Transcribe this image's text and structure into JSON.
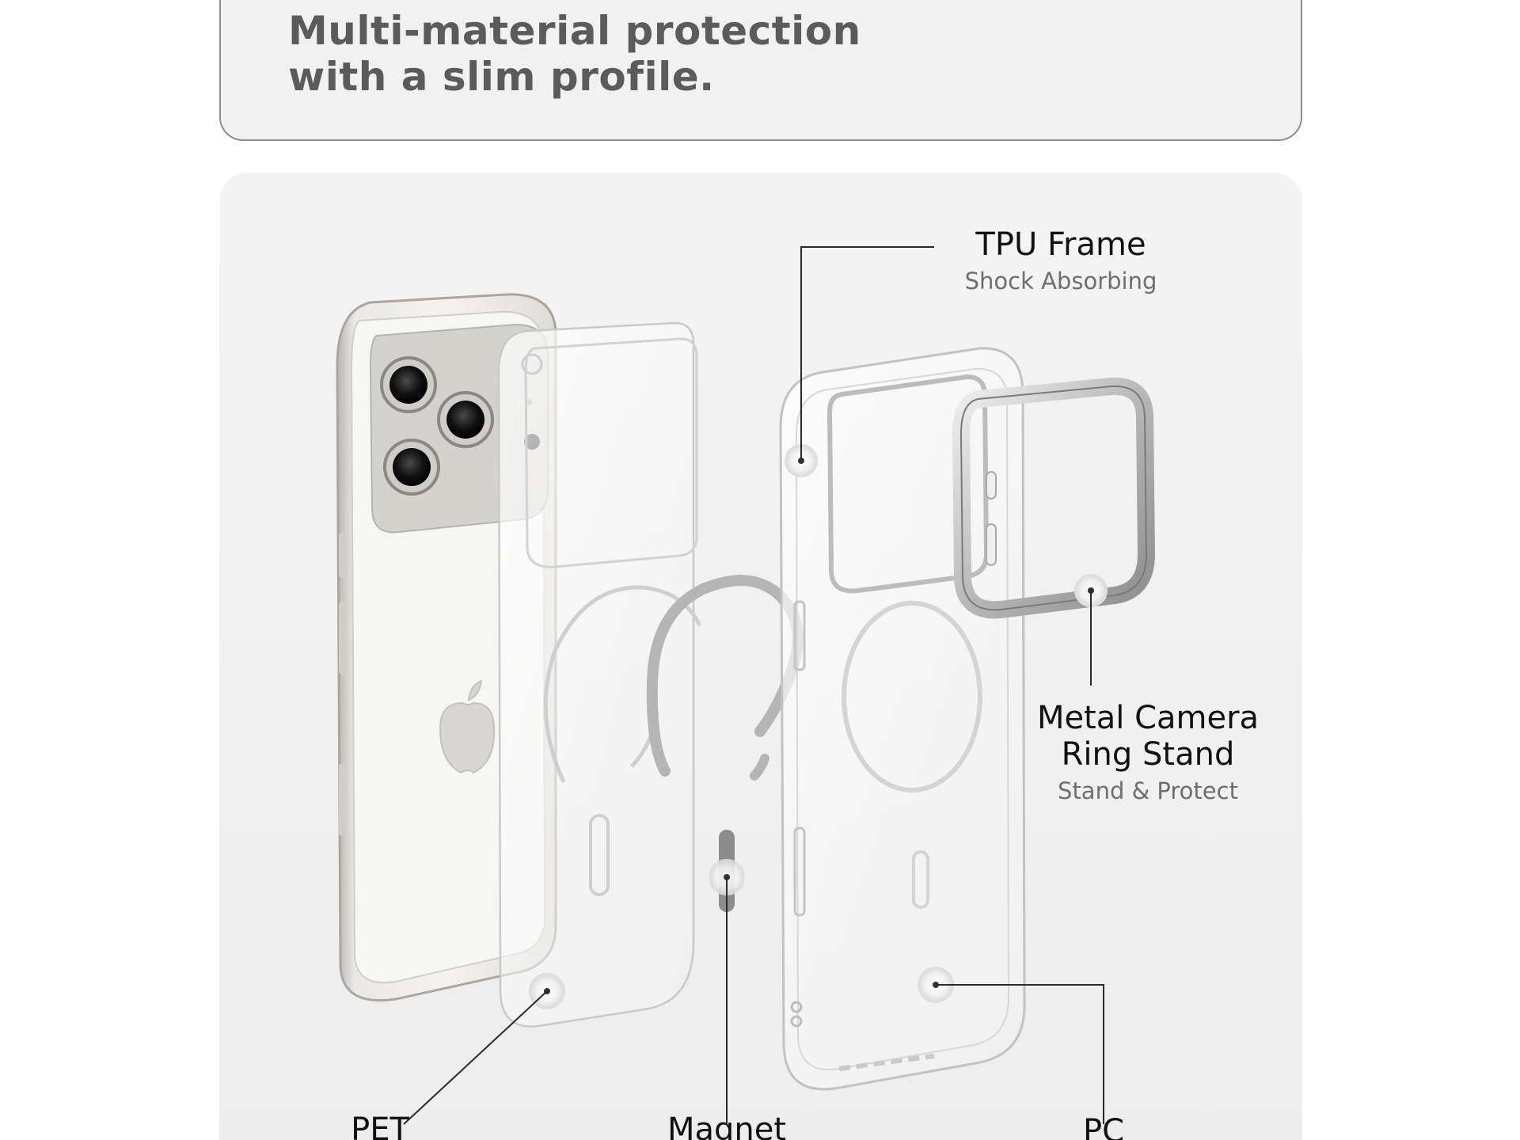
{
  "header": {
    "line1": "Multi-material protection",
    "line2": "with a slim profile."
  },
  "labels": {
    "tpu": {
      "title": "TPU Frame",
      "subtitle": "Shock Absorbing"
    },
    "metal": {
      "title_line1": "Metal Camera",
      "title_line2": "Ring Stand",
      "subtitle": "Stand & Protect"
    },
    "pet": {
      "title": "PET"
    },
    "magnet": {
      "title": "Magnet"
    },
    "pc": {
      "title": "PC"
    }
  },
  "colors": {
    "headline": "#5b5b5b",
    "panel": "#efefef",
    "leader": "#2a2a2a",
    "subtitle": "#6e6e6e"
  },
  "icons": [
    "phone-image",
    "pet-layer-image",
    "magnet-ring-image",
    "pc-case-image",
    "camera-ring-image"
  ]
}
